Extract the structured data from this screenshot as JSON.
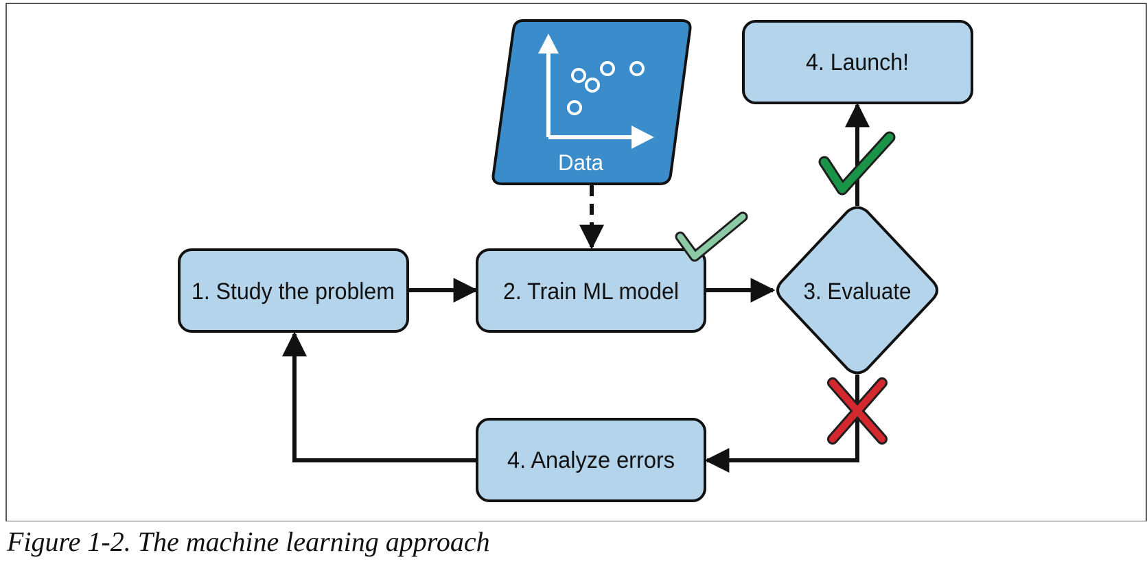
{
  "diagram": {
    "nodes": {
      "study": "1. Study the problem",
      "train": "2. Train ML model",
      "evaluate": "3. Evaluate",
      "launch": "4. Launch!",
      "analyze": "4. Analyze errors",
      "data": "Data"
    },
    "colors": {
      "box_fill": "#b3d4ea",
      "stroke": "#111111",
      "data_fill": "#3a8cca",
      "check_green": "#1a9446",
      "check_light": "#8ccaa6",
      "cross_red": "#d2282e"
    },
    "icons": [
      "scatter-plot-icon",
      "check-icon",
      "cross-icon"
    ]
  },
  "caption": "Figure 1-2. The machine learning approach"
}
